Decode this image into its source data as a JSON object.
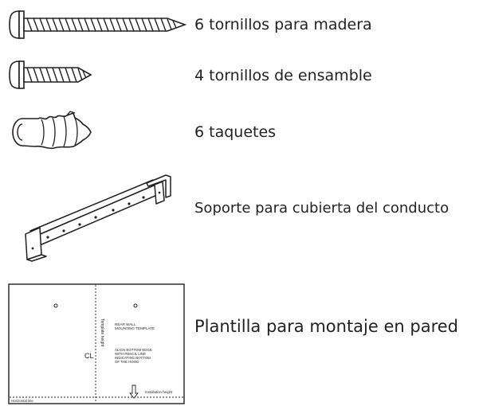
{
  "parts": [
    {
      "icon": "wood-screw-icon",
      "label": "6 tornillos para madera"
    },
    {
      "icon": "assembly-screw-icon",
      "label": "4 tornillos de ensamble"
    },
    {
      "icon": "wall-anchor-icon",
      "label": "6 taquetes"
    },
    {
      "icon": "duct-cover-bracket-icon",
      "label": "Soporte para cubierta del conducto"
    },
    {
      "icon": "wall-mounting-template-icon",
      "label": "Plantilla para montaje en pared"
    }
  ],
  "template": {
    "title_line1": "REAR WALL",
    "title_line2": "MOUNTING TEMPLATE",
    "centerline": "CL",
    "instruction_line1": "ALIGN BOTTOM EDGE",
    "instruction_line2": "WITH PENCIL LINE",
    "instruction_line3": "INDICATING BOTTOM",
    "instruction_line4": "OF THE HOOD",
    "installation_height": "Installation height",
    "horizontal_line": "Horizontal line"
  }
}
